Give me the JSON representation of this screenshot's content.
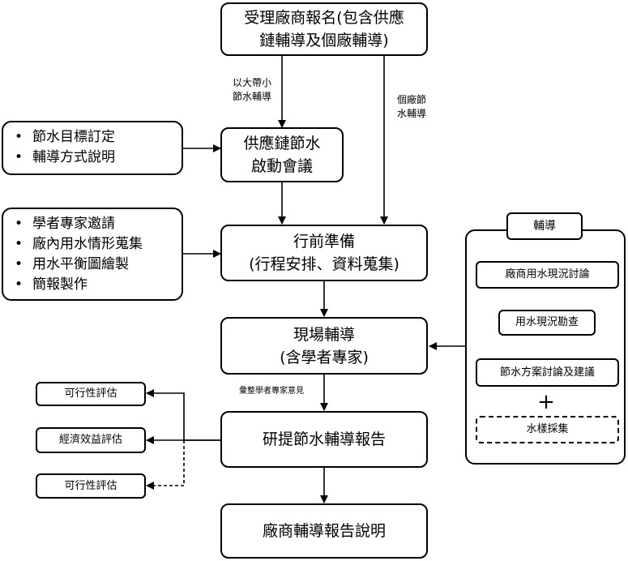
{
  "registration": {
    "line1": "受理廠商報名(包含供應",
    "line2": "鏈輔導及個廠輔導)"
  },
  "edge_label_supply": {
    "line1": "以大帶小",
    "line2": "節水輔導"
  },
  "edge_label_individual": {
    "line1": "個廠節",
    "line2": "水輔導"
  },
  "kickoff": {
    "line1": "供應鏈節水",
    "line2": "啟動會議"
  },
  "kickoff_notes": [
    "節水目標訂定",
    "輔導方式說明"
  ],
  "preparation": {
    "line1": "行前準備",
    "line2": "(行程安排、資料蒐集)"
  },
  "preparation_notes": [
    "學者專家邀請",
    "廠內用水情形蒐集",
    "用水平衡圖繪製",
    "簡報製作"
  ],
  "onsite": {
    "line1": "現場輔導",
    "line2": "(含學者專家)"
  },
  "edge_label_opinions": "彙整學者專家意見",
  "report": "研提節水輔導報告",
  "report_outputs": [
    "可行性評估",
    "經濟效益評估",
    "可行性評估"
  ],
  "final": "廠商輔導報告說明",
  "guidance_panel": {
    "title": "輔導",
    "steps": [
      "廠商用水現況討論",
      "用水現況勘查",
      "節水方案討論及建議"
    ],
    "plus": "+",
    "optional_step": "水樣採集"
  }
}
